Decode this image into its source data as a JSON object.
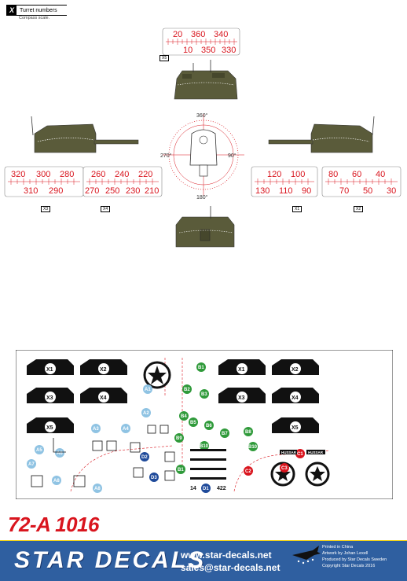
{
  "header": {
    "marker": "X",
    "title": "Turret numbers",
    "subtitle": "Compass scale."
  },
  "compass": {
    "n": "360°",
    "e": "90°",
    "s": "180°",
    "w": "270°"
  },
  "strips": {
    "x5": {
      "top": [
        "20",
        "360",
        "340"
      ],
      "bottom": [
        "10",
        "350",
        "330"
      ],
      "label": "X5"
    },
    "x3": {
      "top": [
        "320",
        "300",
        "280"
      ],
      "bottom": [
        "310",
        "290"
      ],
      "label": "X3"
    },
    "x4": {
      "top": [
        "260",
        "240",
        "220"
      ],
      "bottom": [
        "270",
        "250",
        "230",
        "210"
      ],
      "label": "X4"
    },
    "x1": {
      "top": [
        "120",
        "100"
      ],
      "bottom": [
        "130",
        "110",
        "90"
      ],
      "label": "X1"
    },
    "x2": {
      "top": [
        "80",
        "60",
        "40"
      ],
      "bottom": [
        "70",
        "50",
        "30"
      ],
      "label": "X2"
    }
  },
  "sheet": {
    "turret_tags": [
      "X1",
      "X2",
      "X3",
      "X4",
      "X5",
      "X1",
      "X2",
      "X3",
      "X4",
      "X5"
    ],
    "a_tags": [
      "A1",
      "A2",
      "A3",
      "A4",
      "A5",
      "A6",
      "A7",
      "A8",
      "A8",
      "A6"
    ],
    "b_tags": [
      "B1",
      "B2",
      "B3",
      "B4",
      "B5",
      "B6",
      "B7",
      "B8",
      "B9",
      "B10",
      "B10",
      "B1"
    ],
    "c_tags": [
      "C1",
      "C2",
      "C3"
    ],
    "d_tags": [
      "D1",
      "D2",
      "D3"
    ],
    "small_texts": [
      "HUSSAR",
      "HUSSAR",
      "14",
      "422"
    ]
  },
  "footer": {
    "code": "72-A 1016",
    "logo": "STAR DECALS",
    "url1": "www.star-decals.net",
    "url2": "sales@star-decals.net",
    "info": [
      "Printed in China",
      "Artwork by Johan Lexell",
      "Produced by Star Decals Sweden",
      "Copyright Star Decals 2016"
    ]
  },
  "colors": {
    "accent_red": "#d9151e",
    "brand_blue": "#2f5fa0",
    "olive": "#5a5b3a",
    "green_tag": "#2f9a3a",
    "blue_tag": "#8fc3e3",
    "navy_tag": "#1f4a9a"
  }
}
